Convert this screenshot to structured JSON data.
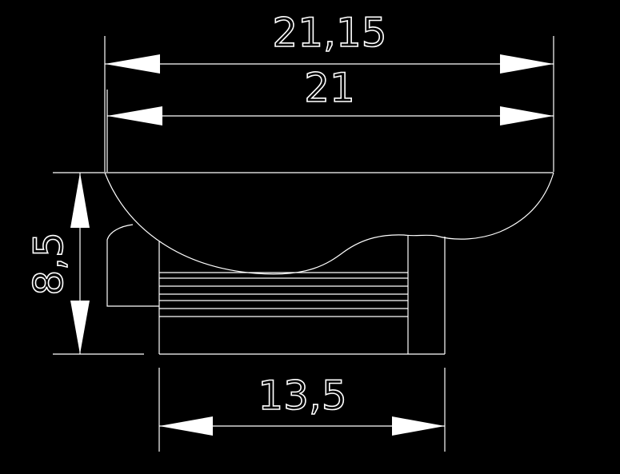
{
  "drawing": {
    "background": "#000000",
    "line_color": "#ffffff",
    "dimensions": {
      "overall_width_outer": "21,15",
      "overall_width_inner": "21",
      "height": "8,5",
      "base_width": "13,5"
    }
  }
}
